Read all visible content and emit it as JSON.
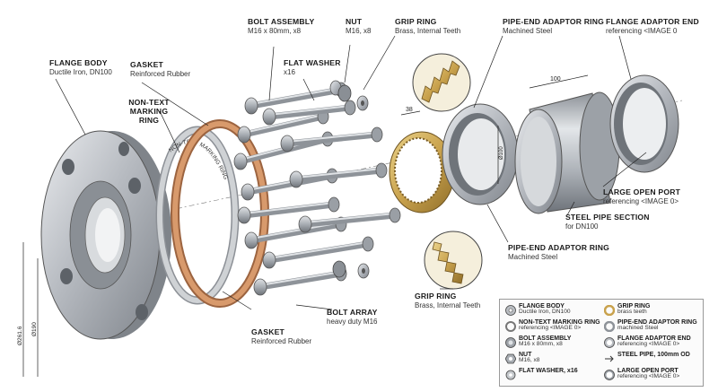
{
  "labels": {
    "flange_body": {
      "title": "FLANGE BODY",
      "sub": "Ductile Iron, DN100"
    },
    "gasket_top": {
      "title": "GASKET",
      "sub": "Reinforced Rubber"
    },
    "marking_ring": {
      "title": "NON-TEXT MARKING RING"
    },
    "bolt_assembly": {
      "title": "BOLT ASSEMBLY",
      "sub": "M16 x 80mm, x8"
    },
    "flat_washer": {
      "title": "FLAT WASHER",
      "sub": "x16"
    },
    "nut": {
      "title": "NUT",
      "sub": "M16, x8"
    },
    "grip_ring_top": {
      "title": "GRIP RING",
      "sub": "Brass, Internal Teeth"
    },
    "adaptor_ring_top": {
      "title": "PIPE-END ADAPTOR RING",
      "sub": "Machined Steel"
    },
    "adaptor_end": {
      "title": "FLANGE ADAPTOR END",
      "sub": "referencing <IMAGE 0"
    },
    "large_port": {
      "title": "LARGE OPEN PORT",
      "sub": "referencing <IMAGE 0>"
    },
    "steel_pipe": {
      "title": "STEEL PIPE SECTION",
      "sub": "for DN100"
    },
    "adaptor_ring_bottom": {
      "title": "PIPE-END ADAPTOR RING",
      "sub": "Machined Steel"
    },
    "grip_ring_bottom": {
      "title": "GRIP RING",
      "sub": "Brass, Internal Teeth"
    },
    "bolt_array": {
      "title": "BOLT ARRAY",
      "sub": "heavy duty M16"
    },
    "gasket_bottom": {
      "title": "GASKET",
      "sub": "Reinforced Rubber"
    }
  },
  "ring_engraving": "NON-TEXT MARKING RING",
  "dimensions": {
    "pipe_length": "100",
    "grip_width": "38",
    "pipe_diameter": "Ø100",
    "flange_height": "Ø190",
    "flange_bolt": "Ø261.6"
  },
  "legend": [
    {
      "icon": "flange-icon",
      "title": "FLANGE BODY",
      "sub": "Ductile Iron, DN100"
    },
    {
      "icon": "marking-ring-icon",
      "title": "NON-TEXT MARKING RING",
      "sub": "referencing <IMAGE 0>"
    },
    {
      "icon": "bolt-icon",
      "title": "BOLT ASSEMBLY",
      "sub": "M16 x 80mm, x8"
    },
    {
      "icon": "nut-icon",
      "title": "NUT",
      "sub": "M16, x8"
    },
    {
      "icon": "washer-icon",
      "title": "FLAT WASHER, x16",
      "sub": ""
    },
    {
      "icon": "grip-ring-icon",
      "title": "GRIP RING",
      "sub": "brass teeth"
    },
    {
      "icon": "adaptor-ring-icon",
      "title": "PIPE-END ADAPTOR RING",
      "sub": "machined Steel"
    },
    {
      "icon": "adaptor-end-icon",
      "title": "FLANGE ADAPTOR END",
      "sub": "referencing <IMAGE 0>"
    },
    {
      "icon": "arrow-icon",
      "title": "STEEL PIPE, 100mm OD",
      "sub": ""
    },
    {
      "icon": "open-port-icon",
      "title": "LARGE OPEN PORT",
      "sub": "referencing <IMAGE 0>"
    }
  ],
  "colors": {
    "steel": "#b9bdc2",
    "steel_dark": "#7b8087",
    "copper": "#c98a5e",
    "brass": "#c9a954",
    "line": "#222222"
  }
}
